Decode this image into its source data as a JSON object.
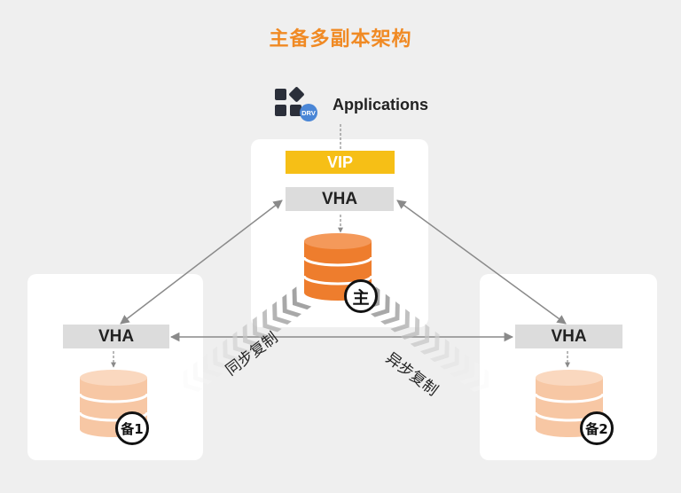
{
  "title": "主备多副本架构",
  "applications": {
    "label": "Applications",
    "icon": "applications-grid-icon",
    "icon_badge": "DRV"
  },
  "vip": {
    "label": "VIP"
  },
  "nodes": {
    "primary": {
      "vha_label": "VHA",
      "role_label": "主"
    },
    "standby1": {
      "vha_label": "VHA",
      "role_label": "备1"
    },
    "standby2": {
      "vha_label": "VHA",
      "role_label": "备2"
    }
  },
  "replication": {
    "sync_label": "同步复制",
    "async_label": "异步复制"
  },
  "colors": {
    "title": "#f08a24",
    "vip": "#f6bf16",
    "db_primary": "#ee7d2d",
    "db_standby": "#f7c7a4",
    "vha": "#dcdcdc"
  }
}
